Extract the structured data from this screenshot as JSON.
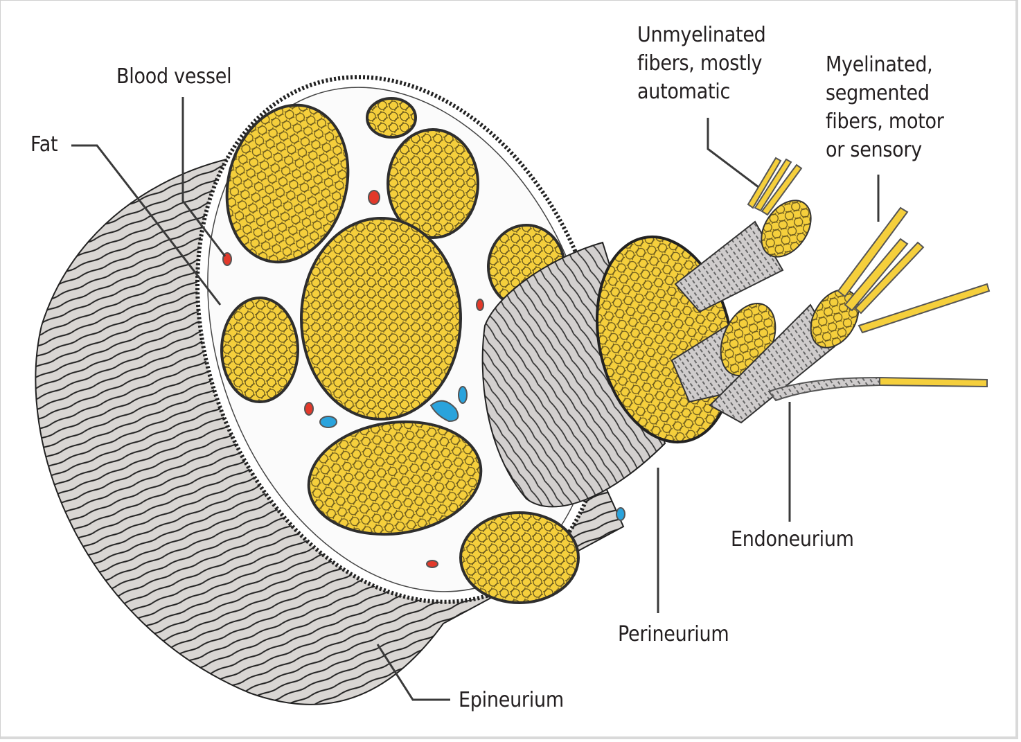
{
  "figure": {
    "subject": "Cross-section of a peripheral nerve",
    "labels": {
      "blood_vessel": "Blood vessel",
      "fat": "Fat",
      "unmyelinated": "Unmyelinated\nfibers, mostly\nautomatic",
      "myelinated": "Myelinated,\nsegmented\nfibers, motor\nor sensory",
      "endoneurium": "Endoneurium",
      "perineurium": "Perineurium",
      "epineurium": "Epineurium"
    },
    "colors": {
      "fascicle_fill": "#f5cf3c",
      "fascicle_outline": "#3a3a3a",
      "epineurium_fill": "#d9d6d3",
      "sheath_fill": "#cfcccc",
      "artery": "#e2392a",
      "vein": "#2aa3dc",
      "leader_line": "#3a3a3a",
      "text": "#231f20"
    }
  }
}
